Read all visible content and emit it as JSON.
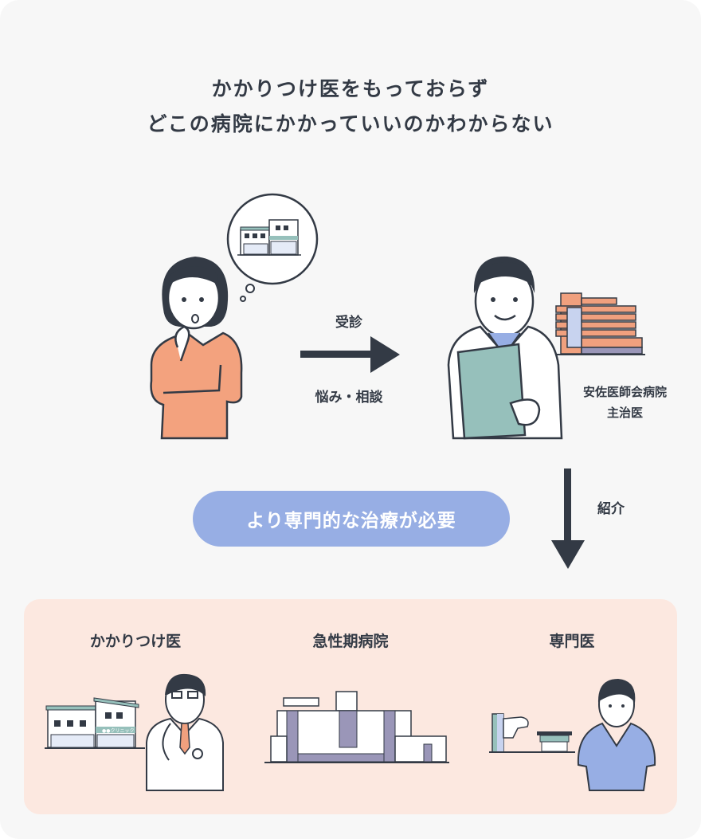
{
  "title": {
    "line1": "かかりつけ医をもっておらず",
    "line2": "どこの病院にかかっていいのかわからない"
  },
  "flow": {
    "visit_label": "受診",
    "consult_label": "悩み・相談",
    "doctor_caption_line1": "安佐医師会病院",
    "doctor_caption_line2": "主治医",
    "referral_label": "紹介",
    "need_label": "より専門的な治療が必要"
  },
  "clinic_sign": "●●クリニック",
  "options": [
    {
      "label": "かかりつけ医"
    },
    {
      "label": "急性期病院"
    },
    {
      "label": "専門医"
    }
  ],
  "colors": {
    "ink": "#333a45",
    "pill": "#97aee4",
    "panel": "#fce8e0",
    "orange": "#f0a07e",
    "teal": "#96c0bb",
    "purple": "#9a96b8"
  }
}
